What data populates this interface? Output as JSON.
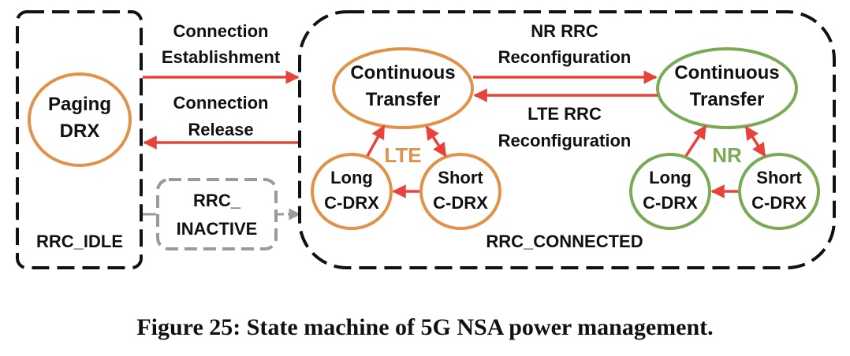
{
  "colors": {
    "lte": "#e0924a",
    "nr": "#7aaa55",
    "arrow": "#e8433a",
    "dashed_gray": "#9a9a9a",
    "text": "#111111"
  },
  "states": {
    "idle": {
      "box_label": "RRC_IDLE",
      "paging": [
        "Paging",
        "DRX"
      ]
    },
    "inactive": [
      "RRC_",
      "INACTIVE"
    ],
    "connected": {
      "box_label": "RRC_CONNECTED",
      "lte": {
        "tag": "LTE",
        "continuous": [
          "Continuous",
          "Transfer"
        ],
        "long": [
          "Long",
          "C-DRX"
        ],
        "short": [
          "Short",
          "C-DRX"
        ]
      },
      "nr": {
        "tag": "NR",
        "continuous": [
          "Continuous",
          "Transfer"
        ],
        "long": [
          "Long",
          "C-DRX"
        ],
        "short": [
          "Short",
          "C-DRX"
        ]
      }
    }
  },
  "transitions": {
    "establishment": [
      "Connection",
      "Establishment"
    ],
    "release": [
      "Connection",
      "Release"
    ],
    "nr_reconfig": [
      "NR RRC",
      "Reconfiguration"
    ],
    "lte_reconfig": [
      "LTE RRC",
      "Reconfiguration"
    ]
  },
  "caption": "Figure 25: State machine of 5G NSA power management."
}
